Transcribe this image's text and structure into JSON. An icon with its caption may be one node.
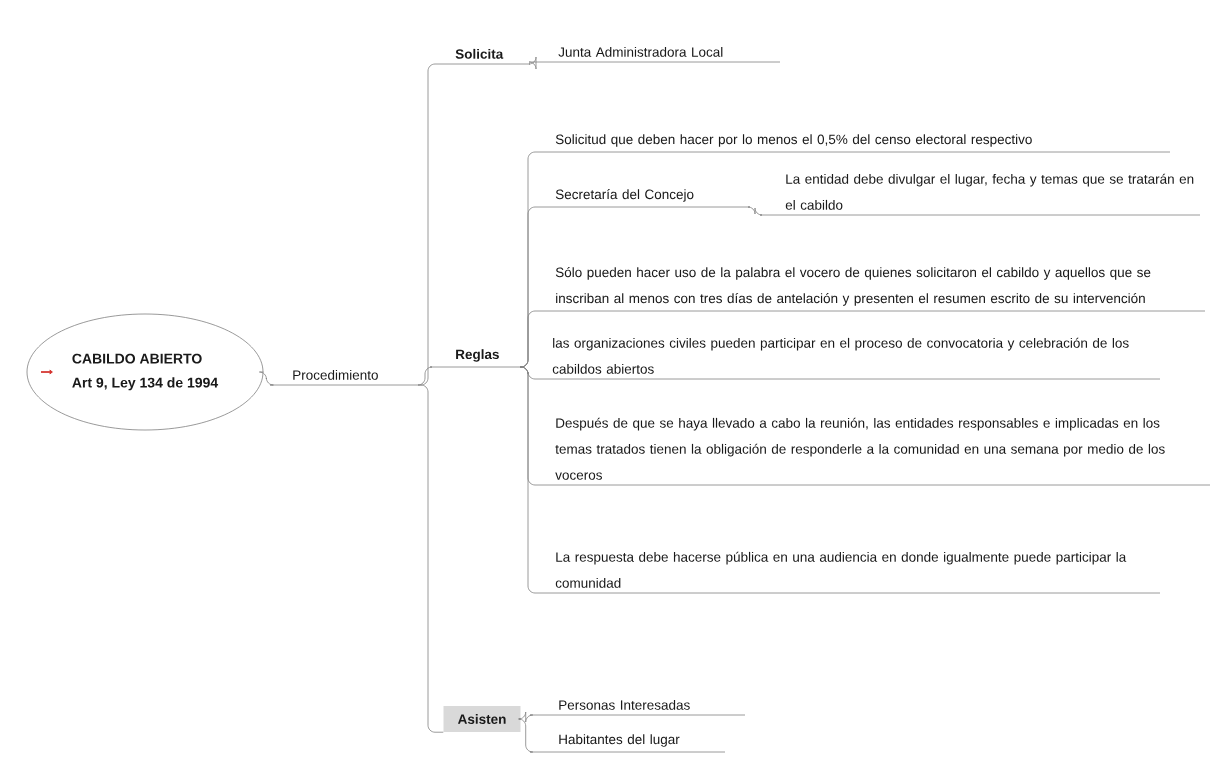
{
  "diagram": {
    "nodes": [
      {
        "text": [
          "CABILDO ABIERTO",
          "Art 9, Ley 134 de 1994"
        ]
      },
      {
        "text": [
          "Procedimiento"
        ]
      },
      {
        "text": [
          "Solicita"
        ]
      },
      {
        "text": [
          "Junta Administradora Local"
        ]
      },
      {
        "text": [
          "Reglas"
        ]
      },
      {
        "text": [
          "Solicitud que deben hacer por lo menos el 0,5% del censo electoral respectivo"
        ]
      },
      {
        "text": [
          "Secretaría del Concejo"
        ]
      },
      {
        "text": [
          "La entidad debe divulgar el lugar, fecha y temas que se tratarán en el cabildo"
        ]
      },
      {
        "text": [
          "Sólo pueden hacer uso de la palabra el vocero de quienes solicitaron el cabildo y aquellos que se inscriban al menos con tres días de antelación y presenten el resumen escrito de su intervención"
        ]
      },
      {
        "text": [
          "las organizaciones civiles pueden participar en el proceso de convocatoria y celebración de los cabildos abiertos"
        ]
      },
      {
        "text": [
          "Después de que se haya llevado a cabo la reunión, las entidades responsables e implicadas en los temas tratados tienen la obligación de responderle a la comunidad en una semana por medio de los voceros"
        ]
      },
      {
        "text": [
          "La respuesta debe hacerse pública en una audiencia en donde igualmente puede participar la comunidad"
        ]
      },
      {
        "text": [
          "Asisten"
        ]
      },
      {
        "text": [
          "Personas Interesadas"
        ]
      },
      {
        "text": [
          "Habitantes del lugar"
        ]
      }
    ],
    "edges": [
      {
        "from": 0,
        "to": 1,
        "arrow": "none"
      },
      {
        "from": 1,
        "to": 2,
        "arrow": "none"
      },
      {
        "from": 1,
        "to": 4,
        "arrow": "none"
      },
      {
        "from": 1,
        "to": 12,
        "arrow": "none"
      },
      {
        "from": 2,
        "to": 3,
        "arrow": "none"
      },
      {
        "from": 4,
        "to": 5,
        "arrow": "none"
      },
      {
        "from": 4,
        "to": 6,
        "arrow": "none"
      },
      {
        "from": 6,
        "to": 7,
        "arrow": "none"
      },
      {
        "from": 4,
        "to": 8,
        "arrow": "none"
      },
      {
        "from": 4,
        "to": 9,
        "arrow": "none"
      },
      {
        "from": 4,
        "to": 10,
        "arrow": "none"
      },
      {
        "from": 4,
        "to": 11,
        "arrow": "none"
      },
      {
        "from": 12,
        "to": 13,
        "arrow": "none"
      },
      {
        "from": 12,
        "to": 14,
        "arrow": "none"
      }
    ]
  }
}
